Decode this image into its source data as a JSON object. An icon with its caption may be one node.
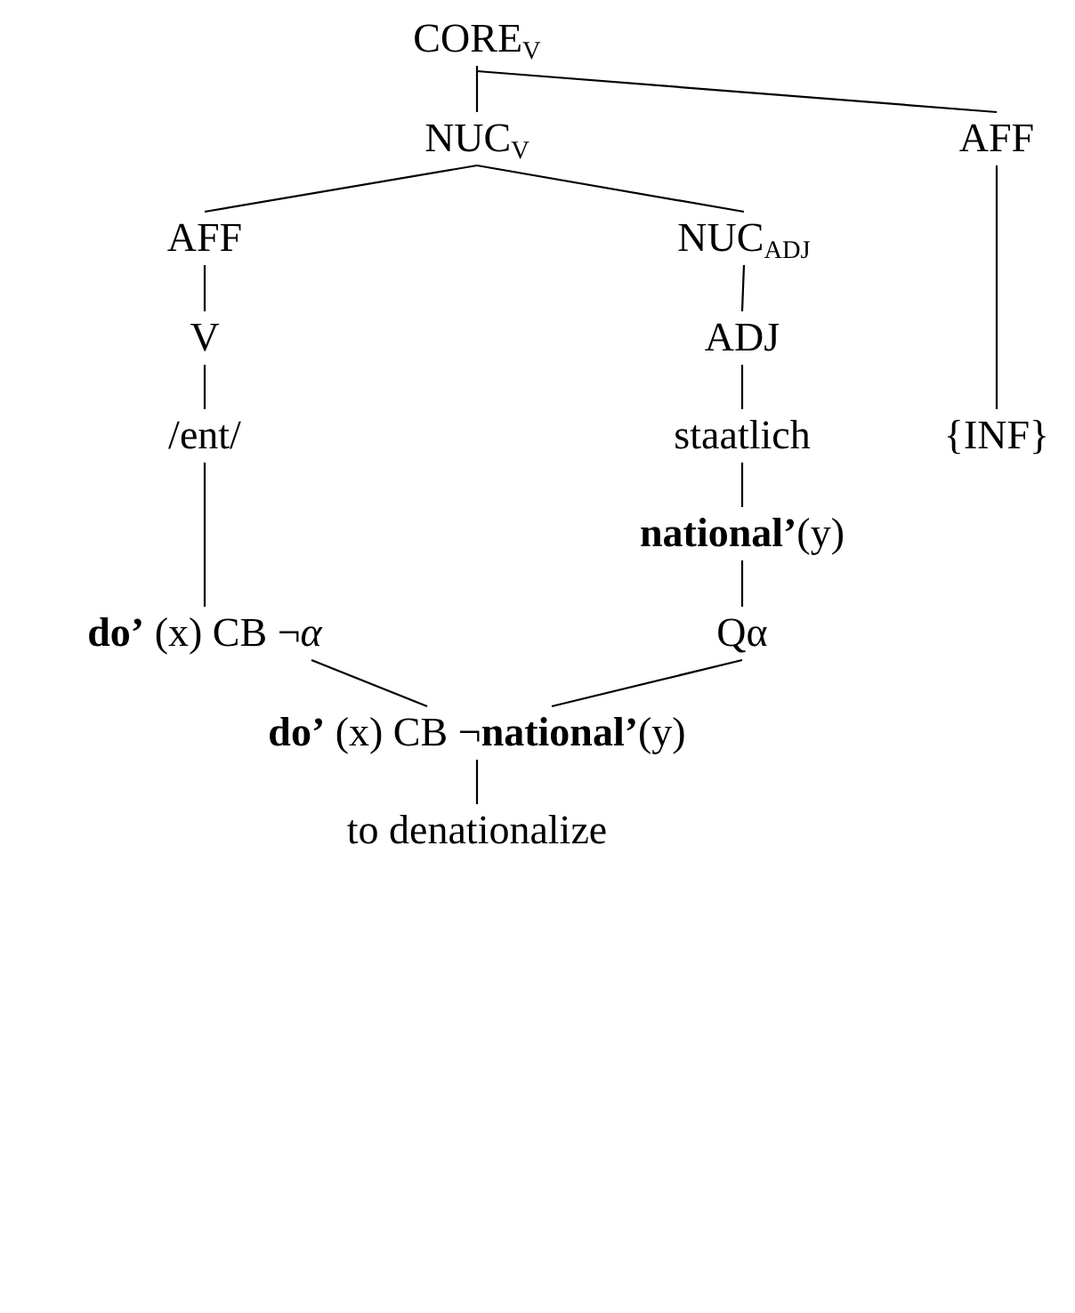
{
  "diagram": {
    "nodes": [
      {
        "text": [
          "CORE$_{V}$"
        ]
      },
      {
        "text": [
          "NUC$_{V}$"
        ]
      },
      {
        "text": [
          "AFF"
        ]
      },
      {
        "text": [
          "AFF"
        ]
      },
      {
        "text": [
          "NUC$_{ADJ}$"
        ]
      },
      {
        "text": [
          "V"
        ]
      },
      {
        "text": [
          "ADJ"
        ]
      },
      {
        "text": [
          "/ent/"
        ]
      },
      {
        "text": [
          "staatlich"
        ]
      },
      {
        "text": [
          "{INF}"
        ]
      },
      {
        "text": [
          "**national’**(y)"
        ]
      },
      {
        "text": [
          "**do’** (x) CB ¬*α*"
        ]
      },
      {
        "text": [
          "Qα"
        ]
      },
      {
        "text": [
          "**do’** (x) CB ¬**national’**(y)"
        ]
      },
      {
        "text": [
          "to denationalize"
        ]
      }
    ],
    "edges": [
      {
        "from": 0,
        "to": 1,
        "arrow": "none"
      },
      {
        "from": 0,
        "to": 2,
        "arrow": "none"
      },
      {
        "from": 1,
        "to": 3,
        "arrow": "none"
      },
      {
        "from": 1,
        "to": 4,
        "arrow": "none"
      },
      {
        "from": 2,
        "to": 9,
        "arrow": "none"
      },
      {
        "from": 3,
        "to": 5,
        "arrow": "none"
      },
      {
        "from": 5,
        "to": 7,
        "arrow": "none"
      },
      {
        "from": 7,
        "to": 11,
        "arrow": "none"
      },
      {
        "from": 4,
        "to": 6,
        "arrow": "none"
      },
      {
        "from": 6,
        "to": 8,
        "arrow": "none"
      },
      {
        "from": 8,
        "to": 10,
        "arrow": "none"
      },
      {
        "from": 10,
        "to": 12,
        "arrow": "none"
      },
      {
        "from": 11,
        "to": 13,
        "arrow": "none"
      },
      {
        "from": 12,
        "to": 13,
        "arrow": "none"
      },
      {
        "from": 13,
        "to": 14,
        "arrow": "none"
      }
    ]
  }
}
